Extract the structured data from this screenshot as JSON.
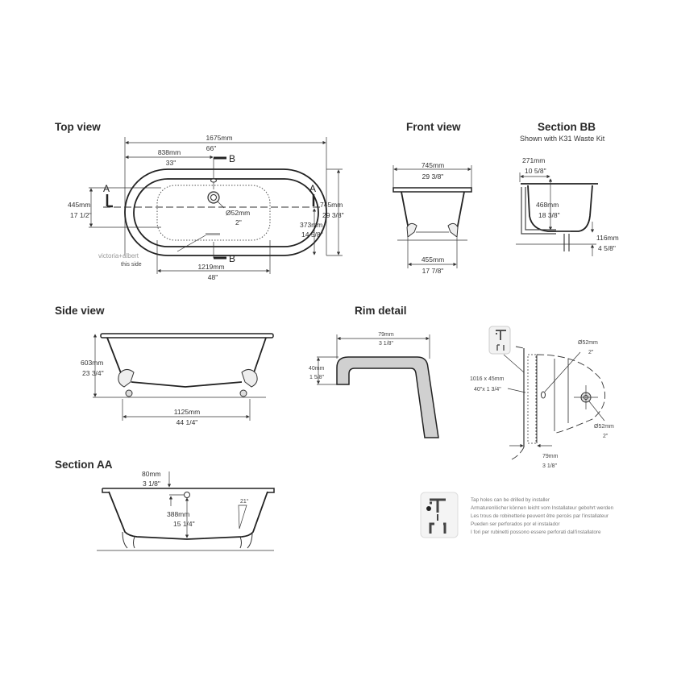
{
  "top_view": {
    "title": "Top view",
    "length_mm": "1675mm",
    "length_in": "66\"",
    "half_mm": "838mm",
    "half_in": "33\"",
    "width_mm": "745mm",
    "width_in": "29 3/8\"",
    "inner_mm": "445mm",
    "inner_in": "17 1/2\"",
    "edge_mm": "373mm",
    "edge_in": "14 5/8\"",
    "waste_mm": "Ø52mm",
    "waste_in": "2\"",
    "basin_mm": "1219mm",
    "basin_in": "48\"",
    "section_a": "A",
    "section_b": "B",
    "brand": "victoria+albert",
    "brand_note": "this side"
  },
  "front_view": {
    "title": "Front view",
    "width_mm": "745mm",
    "width_in": "29 3/8\"",
    "feet_mm": "455mm",
    "feet_in": "17 7/8\""
  },
  "section_bb": {
    "title": "Section BB",
    "subtitle": "Shown with K31 Waste Kit",
    "offset_mm": "271mm",
    "offset_in": "10 5/8\"",
    "depth_mm": "468mm",
    "depth_in": "18 3/8\"",
    "clear_mm": "116mm",
    "clear_in": "4 5/8\""
  },
  "side_view": {
    "title": "Side view",
    "height_mm": "603mm",
    "height_in": "23 3/4\"",
    "feet_mm": "1125mm",
    "feet_in": "44 1/4\""
  },
  "section_aa": {
    "title": "Section AA",
    "overflow_mm": "80mm",
    "overflow_in": "3 1/8\"",
    "depth_mm": "388mm",
    "depth_in": "15 1/4\"",
    "angle": "21°"
  },
  "rim_detail": {
    "title": "Rim detail",
    "width_mm": "79mm",
    "width_in": "3 1/8\"",
    "height_mm": "40mm",
    "height_in": "1 5/8\""
  },
  "tap_detail": {
    "panel_mm": "1016 x 45mm",
    "panel_in": "40\"x 1 3/4\"",
    "hole1_mm": "Ø52mm",
    "hole1_in": "2\"",
    "hole2_mm": "Ø52mm",
    "hole2_in": "2\"",
    "rim_mm": "79mm",
    "rim_in": "3 1/8\""
  },
  "tap_note": {
    "icon": "tap-drill-icon",
    "lines": [
      "Tap holes can be drilled by installer",
      "Armaturenlöcher können leicht vom Installateur gebohrt werden",
      "Les trous de robinetterie peuvent être percés par l'installateur",
      "Pueden ser perforados por el instalador",
      "I fori per rubinetti possono essere perforati dall'installatore"
    ]
  }
}
